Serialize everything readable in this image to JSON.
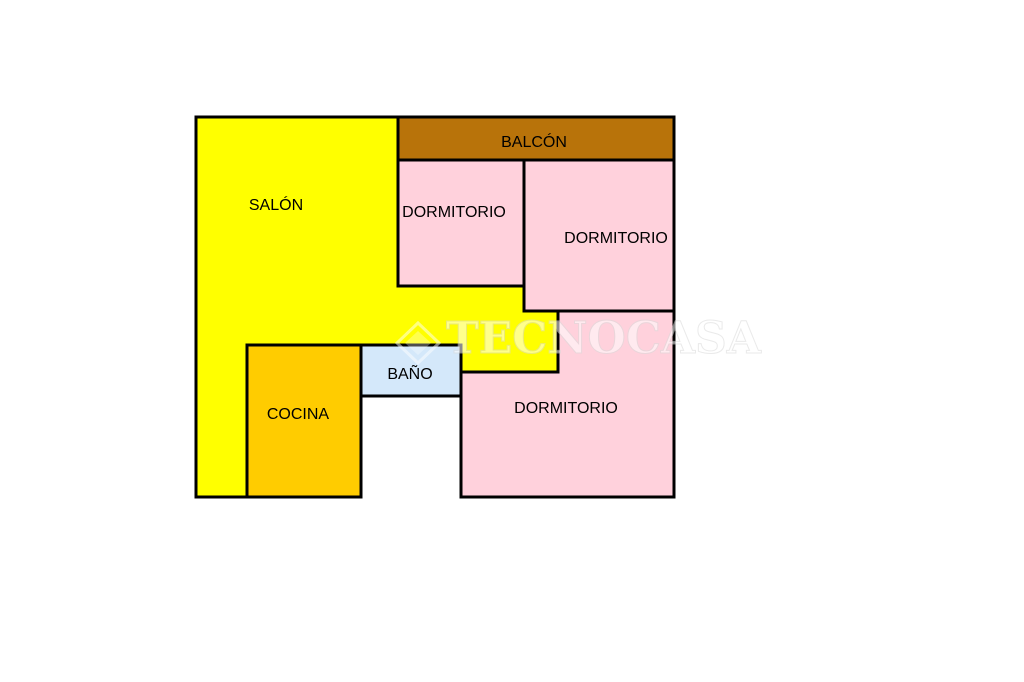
{
  "colors": {
    "salon": "#ffff00",
    "balcon": "#b8730a",
    "dormitorio": "#ffd1dc",
    "cocina": "#ffcc00",
    "bano": "#d4e8fa",
    "walls": "#000000"
  },
  "rooms": {
    "salon": {
      "label": "SALÓN"
    },
    "balcon": {
      "label": "BALCÓN"
    },
    "dormitorio_1": {
      "label": "DORMITORIO"
    },
    "dormitorio_2": {
      "label": "DORMITORIO"
    },
    "dormitorio_3": {
      "label": "DORMITORIO"
    },
    "cocina": {
      "label": "COCINA"
    },
    "bano": {
      "label": "BAÑO"
    }
  },
  "watermark": {
    "brand": "TECNOCASA",
    "icon": "house-logo-icon"
  }
}
